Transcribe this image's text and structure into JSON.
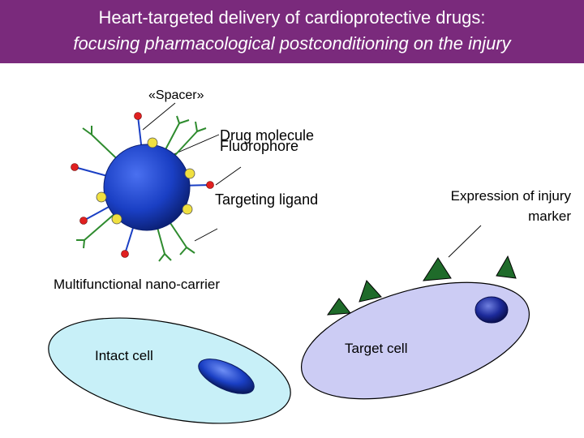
{
  "header": {
    "title_line1": "Heart-targeted delivery of cardioprotective drugs:",
    "title_line2": "focusing pharmacological postconditioning on the injury"
  },
  "labels": {
    "spacer": "«Spacer»",
    "drug_molecule": "Drug molecule",
    "fluorophore": "Fluorophore",
    "targeting_ligand": "Targeting ligand",
    "expression_line1": "Expression of injury",
    "expression_line2": "marker",
    "nano_carrier": "Multifunctional nano-carrier",
    "intact_cell": "Intact cell",
    "target_cell": "Target cell"
  },
  "colors": {
    "header_bg": "#7a2a7c",
    "carrier_blue": "#1a3fc4",
    "spacer_green": "#2e8b2e",
    "drug_red": "#e02020",
    "fluorophore_yellow": "#f0e040",
    "intact_cell_fill": "#c8f0f8",
    "target_cell_fill": "#ccccf4",
    "marker_green": "#1f6b2a"
  }
}
